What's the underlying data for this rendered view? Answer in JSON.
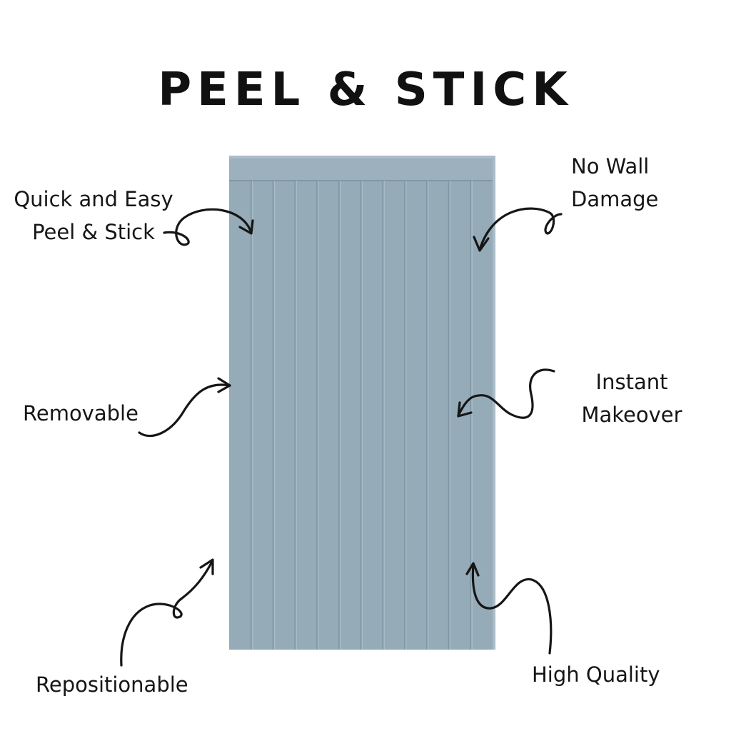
{
  "title": "PEEL & STICK",
  "labels": {
    "quick_easy": {
      "line1": "Quick and Easy",
      "line2": "Peel & Stick"
    },
    "no_wall_damage": {
      "line1": "No Wall",
      "line2": "Damage"
    },
    "removable": "Removable",
    "instant_makeover": {
      "line1": "Instant",
      "line2": "Makeover"
    },
    "repositionable": "Repositionable",
    "high_quality": "High Quality"
  },
  "colors": {
    "panel": "#95abb8",
    "panel_top": "#9eb3bf",
    "groove": "#7f96a4",
    "highlight": "#a8bcc7",
    "ink": "#161616"
  }
}
